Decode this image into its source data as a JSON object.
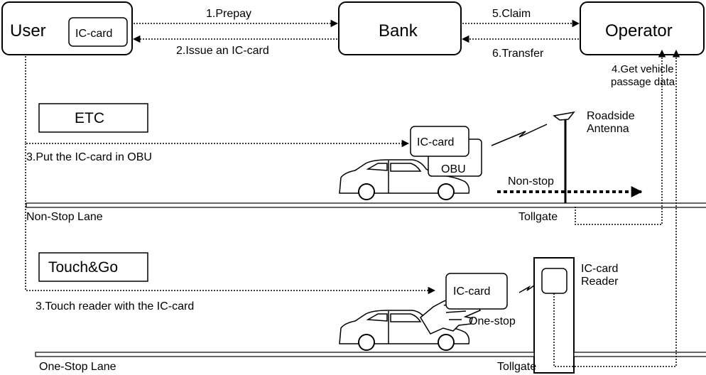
{
  "nodes": {
    "user": "User",
    "user_card": "IC-card",
    "bank": "Bank",
    "operator": "Operator"
  },
  "flows": {
    "prepay": "1.Prepay",
    "issue": "2.Issue an IC-card",
    "claim": "5.Claim",
    "transfer": "6.Transfer",
    "get_data_1": "4.Get vehicle",
    "get_data_2": "passage data"
  },
  "etc": {
    "title": "ETC",
    "step": "3.Put the IC-card in OBU",
    "card": "IC-card",
    "obu": "OBU",
    "antenna_1": "Roadside",
    "antenna_2": "Antenna",
    "nonstop": "Non-stop",
    "lane": "Non-Stop Lane",
    "tollgate": "Tollgate"
  },
  "touchgo": {
    "title": "Touch&Go",
    "step": "3.Touch reader with the IC-card",
    "card": "IC-card",
    "reader_1": "IC-card",
    "reader_2": "Reader",
    "onestop": "One-stop",
    "lane": "One-Stop Lane",
    "tollgate": "Tollgate"
  }
}
